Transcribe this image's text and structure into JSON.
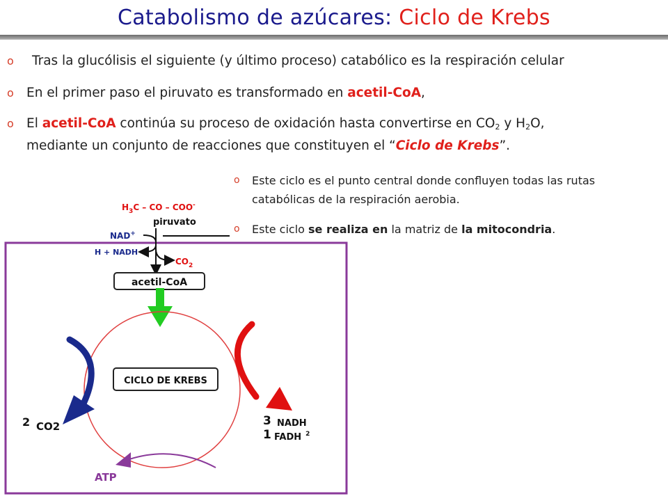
{
  "title": {
    "main": "Catabolismo de azúcares:",
    "accent": "Ciclo de Krebs"
  },
  "bullets": [
    {
      "marker": "o",
      "text": "Tras la glucólisis  el siguiente (y último proceso) catabólico es la respiración celular"
    },
    {
      "marker": "o",
      "before": "En el primer paso el piruvato es transformado en ",
      "highlight": "acetil-CoA",
      "after": ","
    },
    {
      "marker": "o",
      "line1_before": "El ",
      "line1_highlight": "acetil-CoA",
      "line1_after": " continúa su proceso de oxidación hasta convertirse en CO",
      "sub1": "2",
      "mid": " y H",
      "sub2": "2",
      "end": "O,",
      "line2_before": "mediante un conjunto de reacciones que constituyen el “",
      "line2_highlight": "Ciclo de Krebs",
      "line2_after": "”."
    }
  ],
  "right_bullets": [
    {
      "marker": "o",
      "text": "Este ciclo es el punto central donde confluyen todas las rutas catabólicas de la respiración aerobia."
    },
    {
      "marker": "o",
      "before": "Este ciclo ",
      "bold1": "se realiza en",
      "middle": " la matriz de ",
      "bold2": "la mitocondria",
      "after": "."
    }
  ],
  "diagram": {
    "formula_h3c": "H",
    "formula_sub3": "3",
    "formula_rest": "C – CO – COO",
    "formula_sup": "-",
    "piruvato": "piruvato",
    "nad": "NAD",
    "nad_sup": "+",
    "h_nadh": "H + NADH",
    "co2_top": "CO",
    "co2_top_sub": "2",
    "acetil_box": "acetil-CoA",
    "cycle_box": "CICLO DE KREBS",
    "co2_count": "2",
    "co2_label": "CO2",
    "nadh_count": "3",
    "fadh_count": "1",
    "nadh_label": "NADH",
    "fadh_label": "FADH",
    "fadh_sup": "2",
    "atp_label": "ATP",
    "colors": {
      "frame": "#8a3a9a",
      "circle": "#e04040",
      "green_arrow": "#22cc22",
      "blue_arrow": "#1a2a8c",
      "red_arrow": "#e01010",
      "purple_arrow": "#8a3a9a"
    }
  }
}
